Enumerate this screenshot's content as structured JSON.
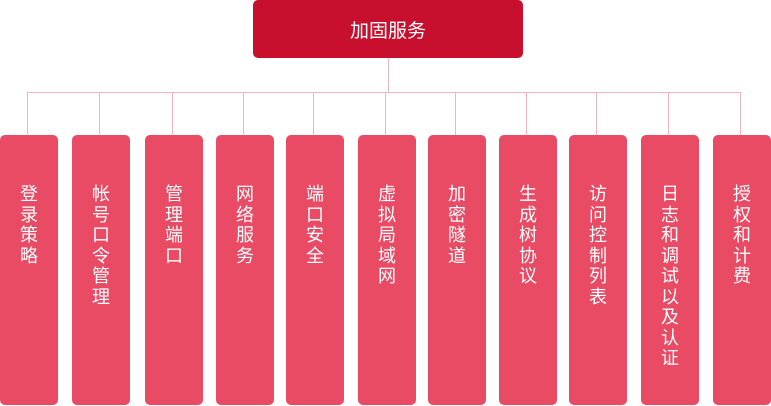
{
  "root": {
    "label": "加固服务"
  },
  "children": [
    {
      "label": "登录策略"
    },
    {
      "label": "帐号口令管理"
    },
    {
      "label": "管理端口"
    },
    {
      "label": "网络服务"
    },
    {
      "label": "端口安全"
    },
    {
      "label": "虚拟局域网"
    },
    {
      "label": "加密隧道"
    },
    {
      "label": "生成树协议"
    },
    {
      "label": "访问控制列表"
    },
    {
      "label": "日志和调试以及认证"
    },
    {
      "label": "授权和计费"
    }
  ],
  "colors": {
    "root": "#c8102e",
    "child": "#e94b64",
    "connector": "#f3b3bf"
  }
}
